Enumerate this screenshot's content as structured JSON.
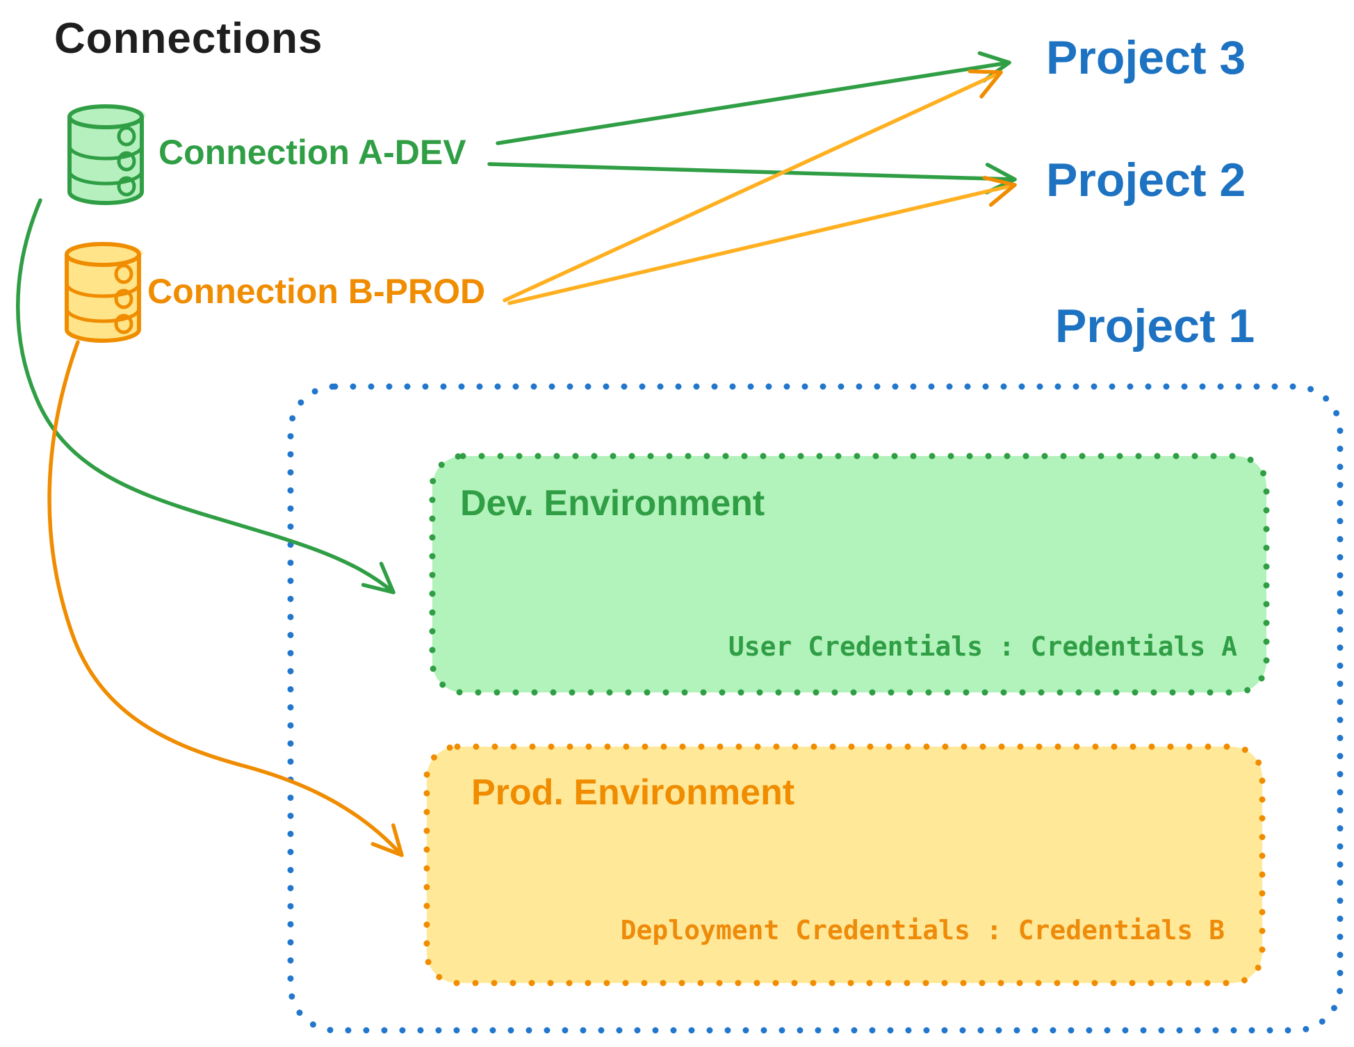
{
  "title": "Connections",
  "colors": {
    "green_stroke": "#2f9e44",
    "green_fill": "#b2f2bb",
    "orange_stroke": "#f08c00",
    "orange_fill": "#ffe999",
    "blue": "#1d72c2",
    "title_black": "#1e1e1e"
  },
  "connections": [
    {
      "id": "a-dev",
      "label": "Connection A-DEV",
      "color": "#2f9e44",
      "icon": "database-icon"
    },
    {
      "id": "b-prod",
      "label": "Connection B-PROD",
      "color": "#f08c00",
      "icon": "database-icon"
    }
  ],
  "projects": [
    {
      "label": "Project 3"
    },
    {
      "label": "Project 2"
    },
    {
      "label": "Project 1"
    }
  ],
  "project1": {
    "border_color": "#2277cc",
    "environments": [
      {
        "id": "dev",
        "label": "Dev. Environment",
        "credentials": "User Credentials : Credentials A",
        "accent": "#2f9e44",
        "fill": "#b2f2bb"
      },
      {
        "id": "prod",
        "label": "Prod. Environment",
        "credentials": "Deployment Credentials : Credentials B",
        "accent": "#f08c00",
        "fill": "#ffe999"
      }
    ]
  },
  "edges": [
    {
      "from": "Connection A-DEV",
      "to": "Project 3",
      "color": "#2f9e44"
    },
    {
      "from": "Connection A-DEV",
      "to": "Project 2",
      "color": "#2f9e44"
    },
    {
      "from": "Connection B-PROD",
      "to": "Project 3",
      "color": "#f08c00"
    },
    {
      "from": "Connection B-PROD",
      "to": "Project 2",
      "color": "#f08c00"
    },
    {
      "from": "Connection A-DEV",
      "to": "Dev. Environment",
      "color": "#2f9e44"
    },
    {
      "from": "Connection B-PROD",
      "to": "Prod. Environment",
      "color": "#f08c00"
    }
  ]
}
